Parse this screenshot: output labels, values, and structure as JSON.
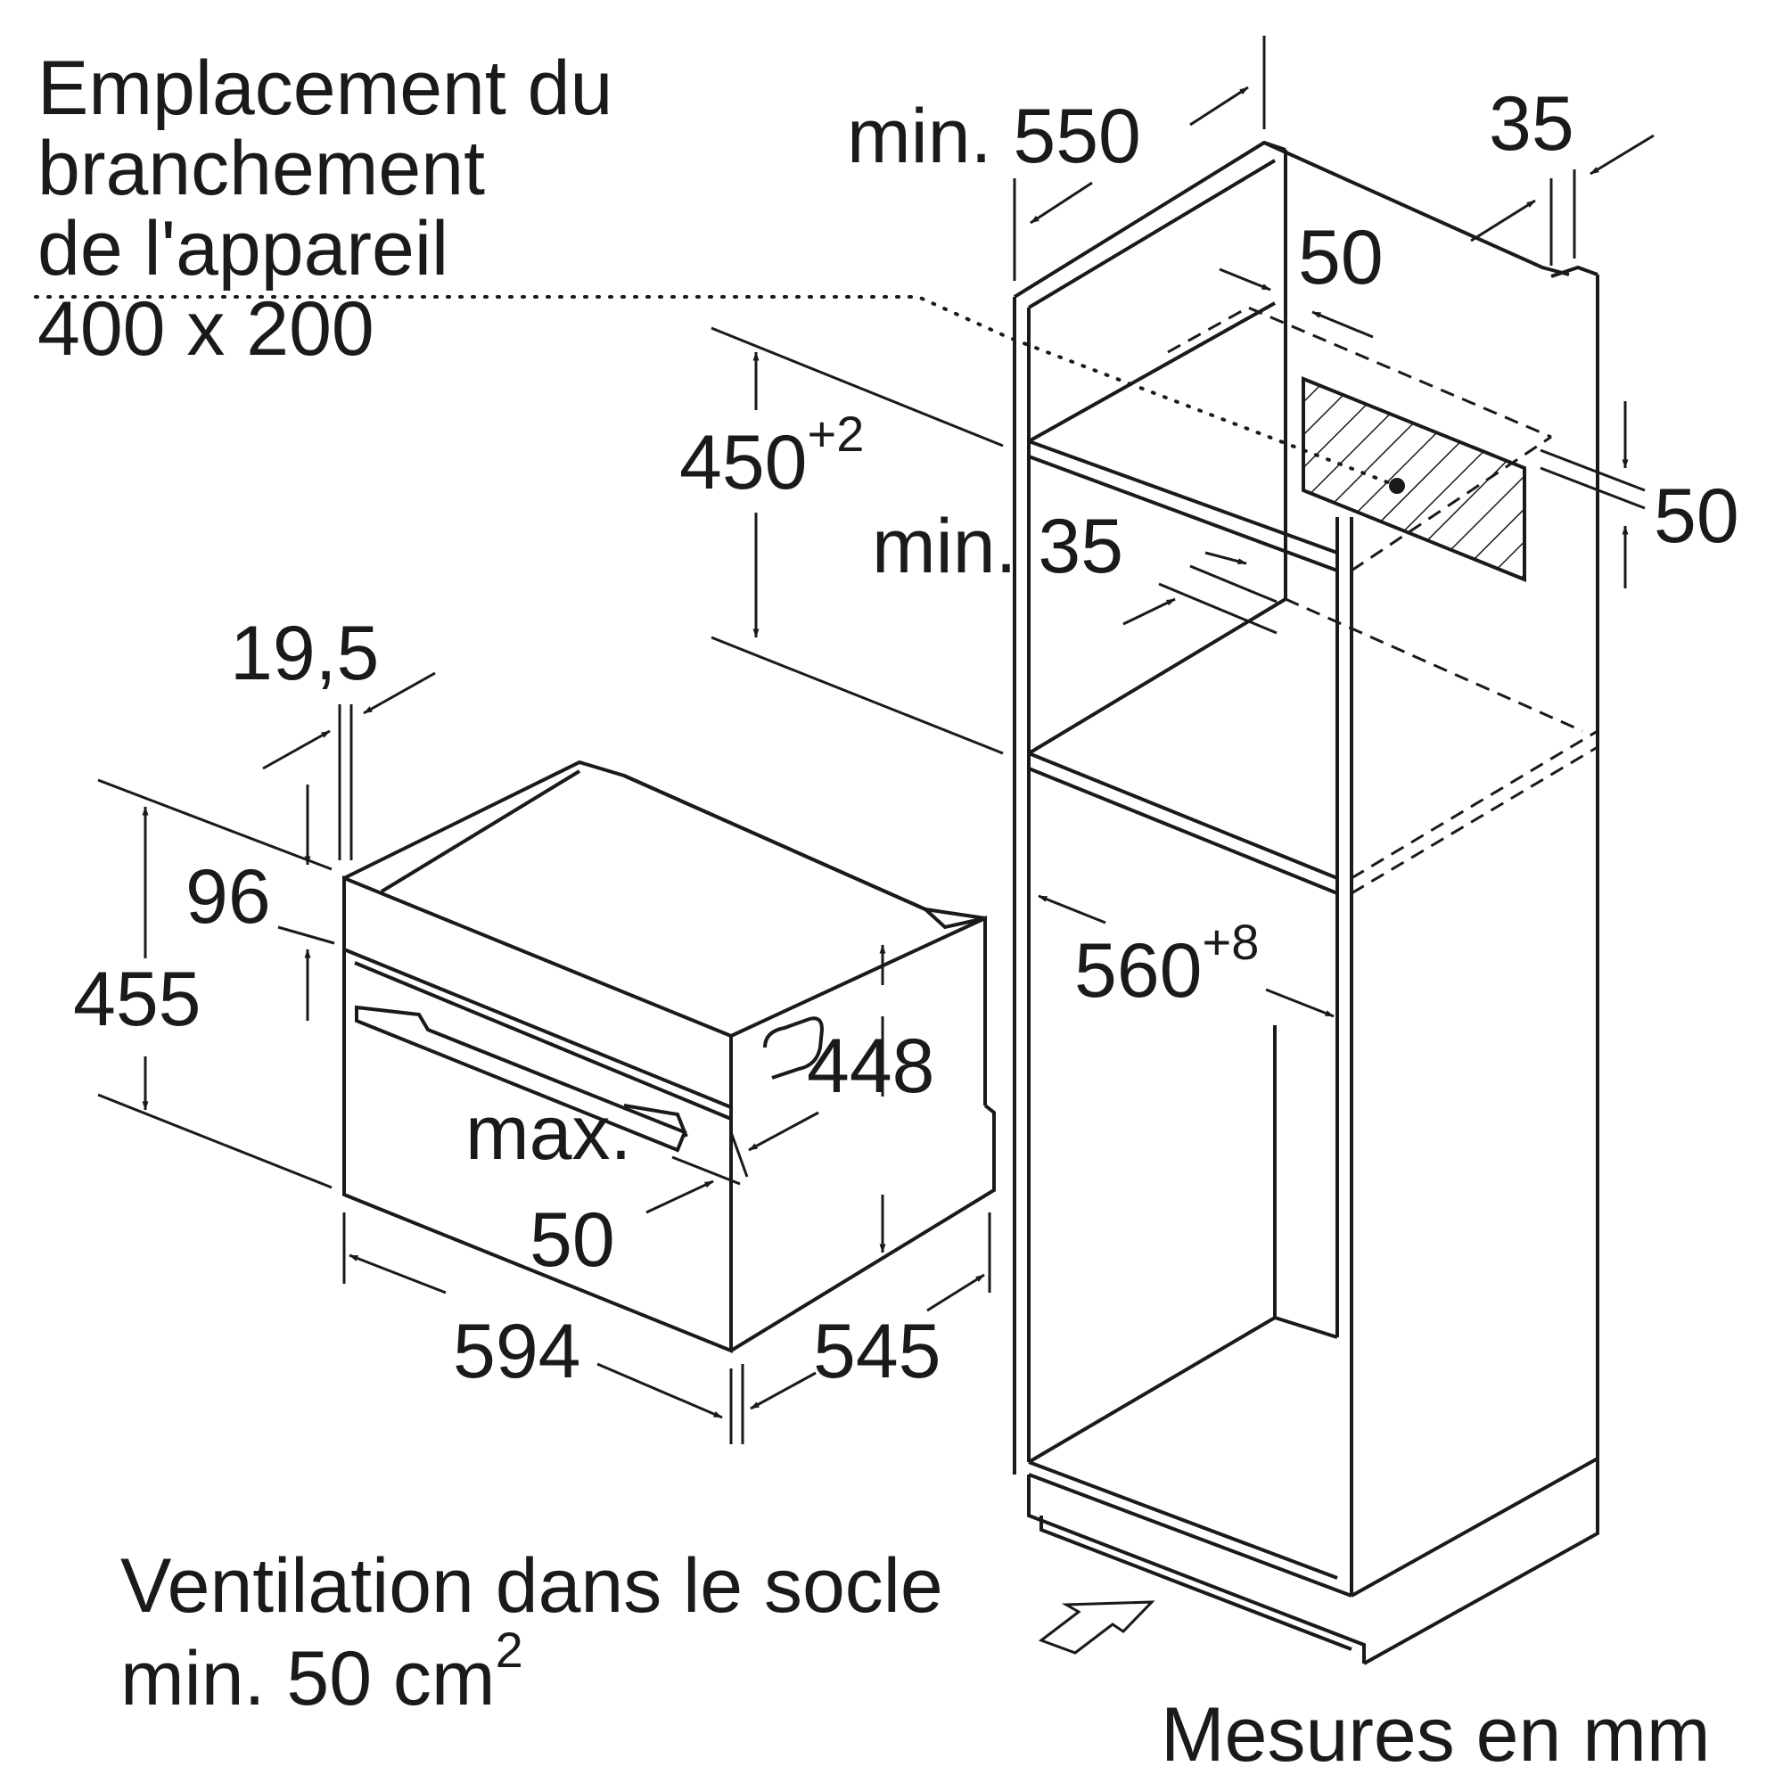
{
  "labels": {
    "connection_line1": "Emplacement du",
    "connection_line2": "branchement",
    "connection_line3": "de l'appareil",
    "connection_size": "400 x 200",
    "ventilation_line1": "Ventilation dans le socle",
    "ventilation_line2": "min. 50 cm",
    "ventilation_sup": "2",
    "units": "Mesures en mm"
  },
  "dimensions": {
    "niche_depth": "min. 550",
    "top_right": "35",
    "top_50": "50",
    "right_50": "50",
    "niche_height": "450",
    "niche_height_tol": "+2",
    "min_35": "min. 35",
    "niche_width": "560",
    "niche_width_tol": "+8",
    "panel_thickness": "19,5",
    "front_top": "96",
    "appliance_height": "455",
    "body_height": "448",
    "max_word": "max.",
    "max_value": "50",
    "appliance_width": "594",
    "appliance_depth": "545"
  },
  "colors": {
    "line": "#1a1a1a",
    "background": "#ffffff"
  }
}
